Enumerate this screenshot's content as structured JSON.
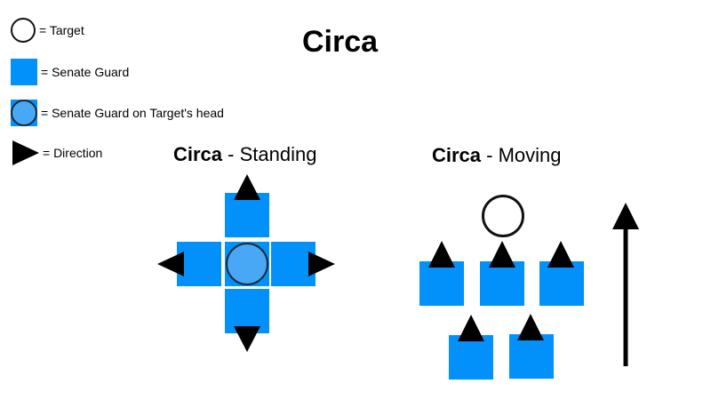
{
  "title": "Circa",
  "legend": [
    {
      "symbol": "target-circle",
      "label": "= Target"
    },
    {
      "symbol": "blue-square",
      "label": "= Senate Guard"
    },
    {
      "symbol": "guard-on-target",
      "label": "= Senate Guard on Target's head"
    },
    {
      "symbol": "direction-arrow",
      "label": "= Direction"
    }
  ],
  "standing": {
    "name": "Circa",
    "separator": " - ",
    "mode": "Standing"
  },
  "moving": {
    "name": "Circa",
    "separator": " - ",
    "mode": "Moving"
  },
  "colors": {
    "guard_blue": "#0291fa",
    "guard_on_head": "#48a8f5",
    "arrow": "#000000"
  }
}
